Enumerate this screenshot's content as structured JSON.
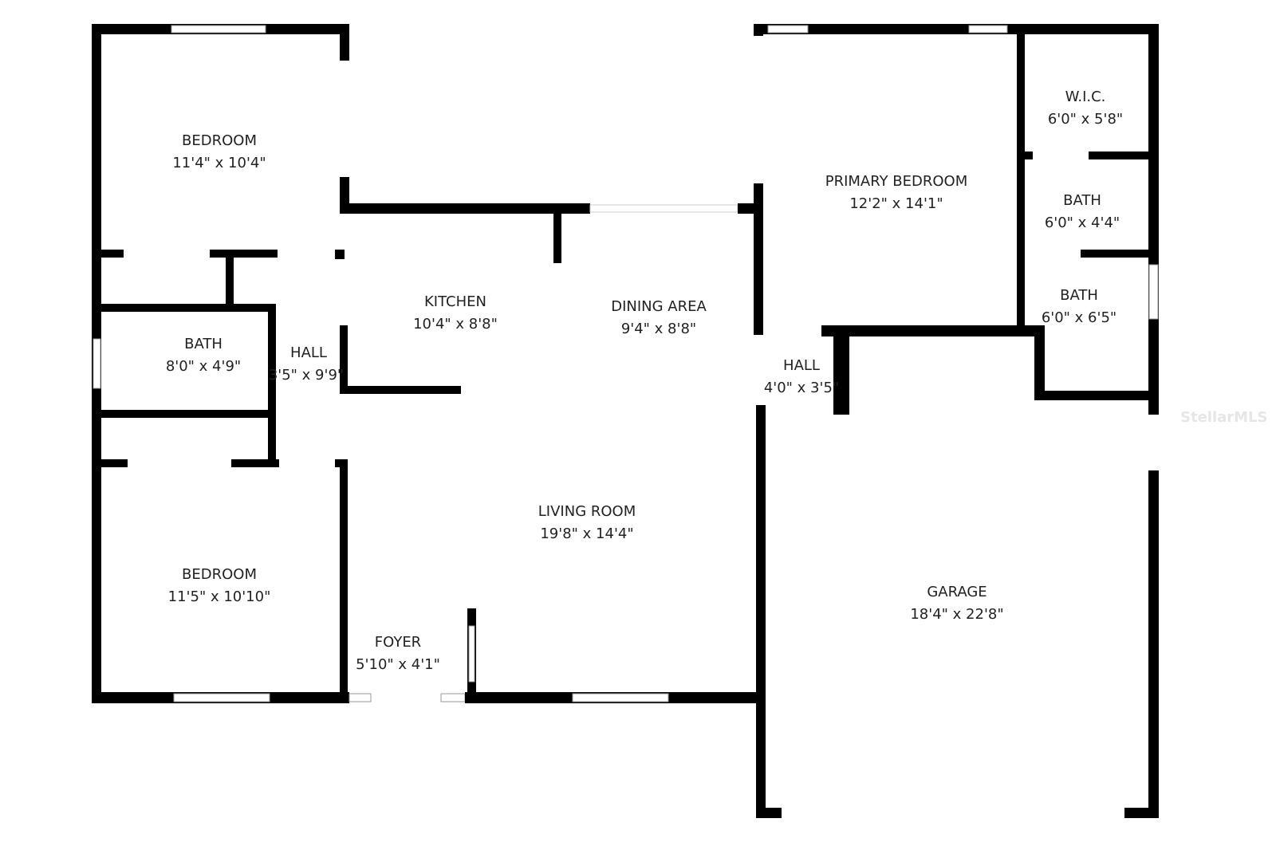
{
  "rooms": [
    {
      "name": "BEDROOM",
      "size": "11'4\" x 10'4\""
    },
    {
      "name": "BATH",
      "size": "8'0\" x 4'9\""
    },
    {
      "name": "HALL",
      "size": "3'5\" x 9'9\""
    },
    {
      "name": "BEDROOM",
      "size": "11'5\" x 10'10\""
    },
    {
      "name": "KITCHEN",
      "size": "10'4\" x 8'8\""
    },
    {
      "name": "DINING AREA",
      "size": "9'4\" x 8'8\""
    },
    {
      "name": "LIVING ROOM",
      "size": "19'8\" x 14'4\""
    },
    {
      "name": "FOYER",
      "size": "5'10\" x 4'1\""
    },
    {
      "name": "PRIMARY BEDROOM",
      "size": "12'2\" x 14'1\""
    },
    {
      "name": "W.I.C.",
      "size": "6'0\" x 5'8\""
    },
    {
      "name": "BATH",
      "size": "6'0\" x 4'4\""
    },
    {
      "name": "BATH",
      "size": "6'0\" x 6'5\""
    },
    {
      "name": "HALL",
      "size": "4'0\" x 3'5\""
    },
    {
      "name": "GARAGE",
      "size": "18'4\" x 22'8\""
    }
  ],
  "watermark": "StellarMLS",
  "colors": {
    "wall": "#000000",
    "background": "#ffffff"
  }
}
